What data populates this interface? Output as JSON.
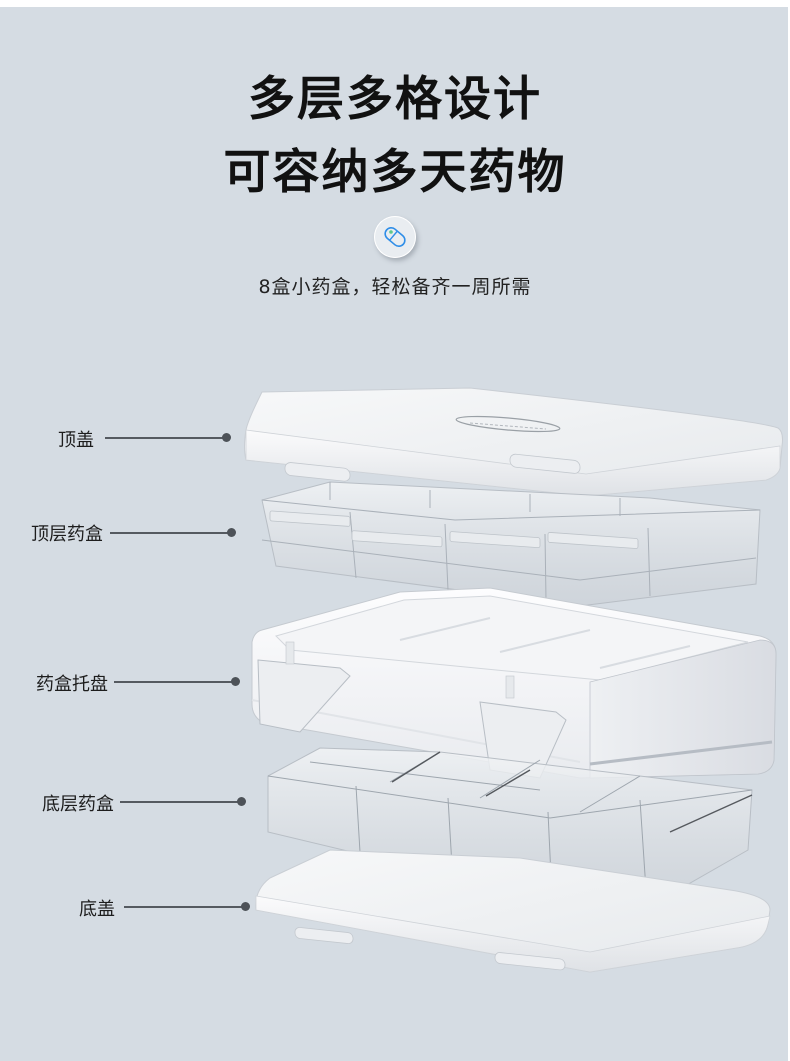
{
  "header": {
    "title_line1": "多层多格设计",
    "title_line2": "可容纳多天药物",
    "badge_icon": "pill-capsule-icon",
    "subtitle": "8盒小药盒，轻松备齐一周所需"
  },
  "callouts": [
    {
      "label": "顶盖",
      "part": "top-lid"
    },
    {
      "label": "顶层药盒",
      "part": "top-pill-boxes"
    },
    {
      "label": "药盒托盘",
      "part": "pill-box-tray"
    },
    {
      "label": "底层药盒",
      "part": "bottom-pill-boxes"
    },
    {
      "label": "底盖",
      "part": "bottom-lid"
    }
  ],
  "colors": {
    "background": "#d5dce3",
    "title": "#111111",
    "accent_blue": "#2f8ee8",
    "accent_green": "#5cc98a",
    "callout_line": "#555a60"
  }
}
